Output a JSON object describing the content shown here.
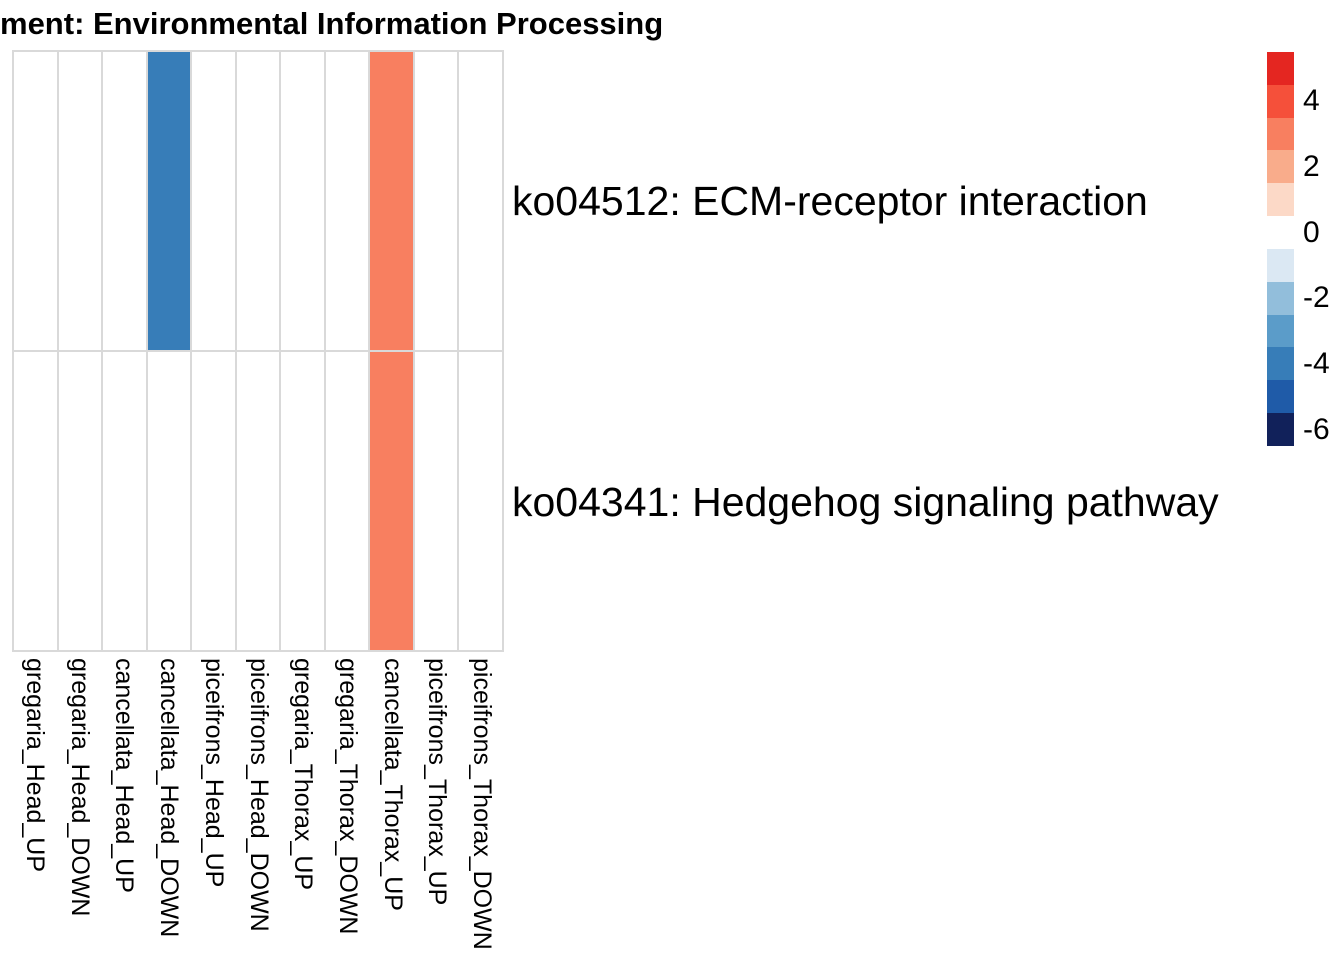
{
  "chart_data": {
    "type": "heatmap",
    "title": "ment: Environmental Information Processing",
    "columns": [
      "gregaria_Head_UP",
      "gregaria_Head_DOWN",
      "cancellata_Head_UP",
      "cancellata_Head_DOWN",
      "piceifrons_Head_UP",
      "piceifrons_Head_DOWN",
      "gregaria_Thorax_UP",
      "gregaria_Thorax_DOWN",
      "cancellata_Thorax_UP",
      "piceifrons_Thorax_UP",
      "piceifrons_Thorax_DOWN"
    ],
    "rows": [
      "ko04512: ECM-receptor interaction",
      "ko04341: Hedgehog signaling pathway"
    ],
    "values": [
      [
        null,
        null,
        null,
        -4,
        null,
        null,
        null,
        null,
        3,
        null,
        null
      ],
      [
        null,
        null,
        null,
        null,
        null,
        null,
        null,
        null,
        3,
        null,
        null
      ]
    ],
    "cell_colors": {
      "negative_cell": "#377db8",
      "positive_cell": "#f87f60",
      "empty_cell": "#ffffff"
    },
    "grid_color": "#d9d9d9",
    "background": "#ffffff",
    "legend_position": "right",
    "colorbar": {
      "tick_labels": [
        "4",
        "2",
        "0",
        "-2",
        "-4",
        "-6"
      ],
      "tick_values": [
        4,
        2,
        0,
        -2,
        -4,
        -6
      ],
      "domain_top": 5.5,
      "domain_bottom": -6.5,
      "bin_centers": [
        5,
        4,
        3,
        2,
        1,
        0,
        -1,
        -2,
        -3,
        -4,
        -5,
        -6
      ],
      "bin_colors": [
        "#e42621",
        "#f5503a",
        "#f87f60",
        "#f9ac8b",
        "#fcd9c7",
        "#ffffff",
        "#dbe8f3",
        "#92bedb",
        "#5b9cc9",
        "#377db8",
        "#1f5ba8",
        "#11215a"
      ]
    }
  }
}
